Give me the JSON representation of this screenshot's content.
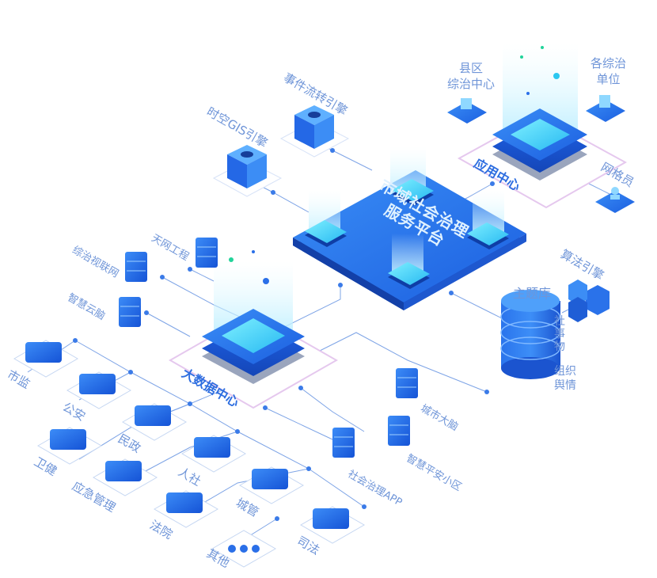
{
  "platform": {
    "line1": "市域社会治理",
    "line2": "服务平台"
  },
  "hubs": {
    "bigdata": "大数据中心",
    "application": "应用中心",
    "topic": "主题库"
  },
  "engines": {
    "gis": "时空GIS引擎",
    "event": "事件流转引擎",
    "algorithm": "算法引擎"
  },
  "app_center_items": {
    "county_line1": "县区",
    "county_line2": "综治中心",
    "units_line1": "各综治",
    "units_line2": "单位",
    "grid": "网格员"
  },
  "topic_items": [
    "社",
    "事",
    "物",
    "组织",
    "舆情"
  ],
  "data_sources_left": [
    "综治视联网",
    "天网工程",
    "智慧云脑"
  ],
  "data_sources_right": [
    "城市大脑",
    "智慧平安小区",
    "社会治理APP"
  ],
  "departments": [
    "市监",
    "公安",
    "民政",
    "卫健",
    "人社",
    "应急管理",
    "城管",
    "法院",
    "司法",
    "其他"
  ]
}
